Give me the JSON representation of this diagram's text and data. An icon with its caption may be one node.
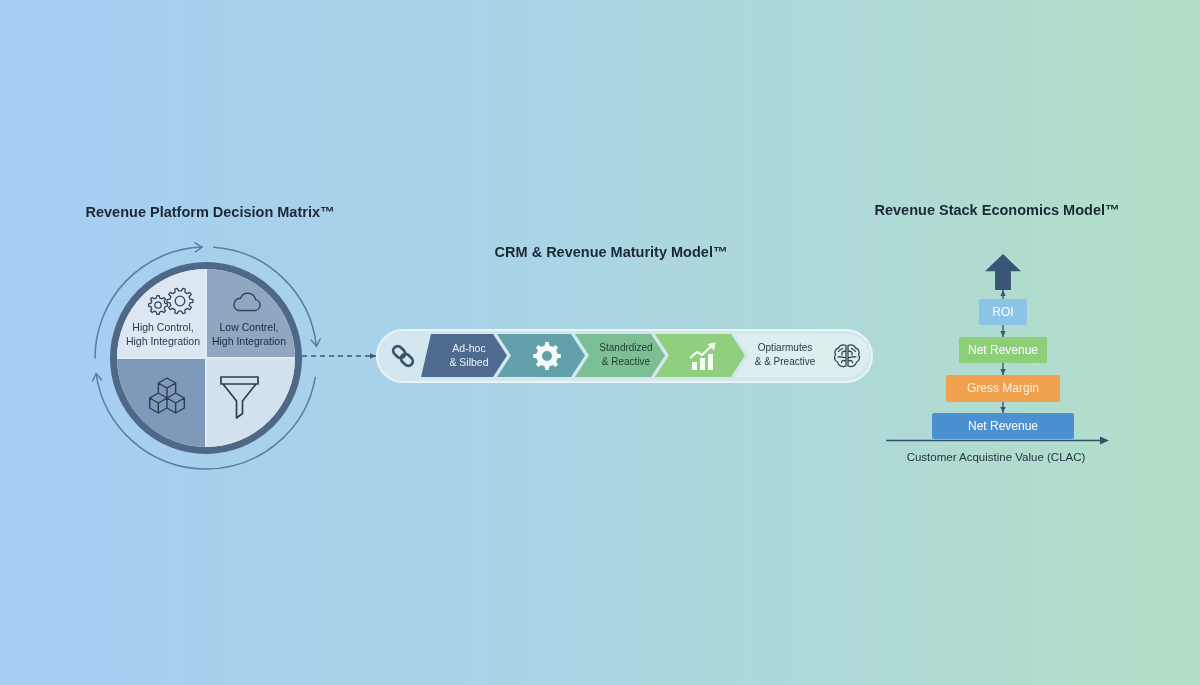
{
  "diagram": {
    "nodes": [
      {
        "text": [],
        "shape": "circle"
      },
      {
        "text": [
          "High Control, High Integration"
        ],
        "in": 0
      },
      {
        "text": [
          "Low Contrel, High Integration"
        ],
        "in": 0
      },
      {
        "text": [],
        "shape": "box",
        "in": 0
      },
      {
        "text": [],
        "shape": "box",
        "in": 0
      },
      {
        "text": [],
        "shape": "bar"
      },
      {
        "text": [
          "Ad-hoc & Silbed"
        ],
        "in": 5
      },
      {
        "text": [
          "Standrdized & Reactive"
        ],
        "in": 5
      },
      {
        "text": [
          "Optiarmutes & & Preactive"
        ],
        "in": 5
      },
      {
        "text": [],
        "shape": "arrow"
      },
      {
        "text": [
          "ROI"
        ]
      },
      {
        "text": [
          "Net Revenue"
        ]
      },
      {
        "text": [
          "Gress Margin"
        ]
      },
      {
        "text": [
          "Net Revenue"
        ]
      }
    ],
    "edges": [
      {
        "from": 0,
        "to": 5,
        "arrow": "to",
        "style": "dashed"
      },
      {
        "from": 6,
        "to": 7,
        "arrow": "to",
        "style": "thick",
        "color": "#62a0aa"
      },
      {
        "from": 7,
        "to": 8,
        "arrow": "to",
        "style": "thick",
        "color": "#90cf7e"
      },
      {
        "from": 10,
        "to": 9,
        "arrow": "to"
      },
      {
        "from": 10,
        "to": 11,
        "arrow": "to"
      },
      {
        "from": 11,
        "to": 12,
        "arrow": "to"
      },
      {
        "from": 12,
        "to": 13,
        "arrow": "to"
      }
    ],
    "labels": [
      "Revenue Platform Decision Matrix™",
      "CRM & Revenue Maturity Model™",
      "Revenue Stack Economics Model™",
      "Customer Acquistine Value (CLAC)"
    ]
  }
}
